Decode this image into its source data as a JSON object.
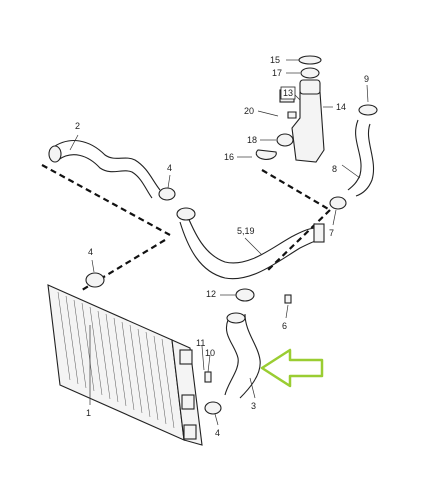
{
  "labels": {
    "l1": "1",
    "l2": "2",
    "l3": "3",
    "l4a": "4",
    "l4b": "4",
    "l4c": "4",
    "l5": "5,19",
    "l6": "6",
    "l7": "7",
    "l8": "8",
    "l9": "9",
    "l10": "10",
    "l11": "11",
    "l12": "12",
    "l13": "13",
    "l14": "14",
    "l15": "15",
    "l16": "16",
    "l17": "17",
    "l18": "18",
    "l20": "20"
  },
  "colors": {
    "line": "#222222",
    "arrow": "#9acd32"
  }
}
